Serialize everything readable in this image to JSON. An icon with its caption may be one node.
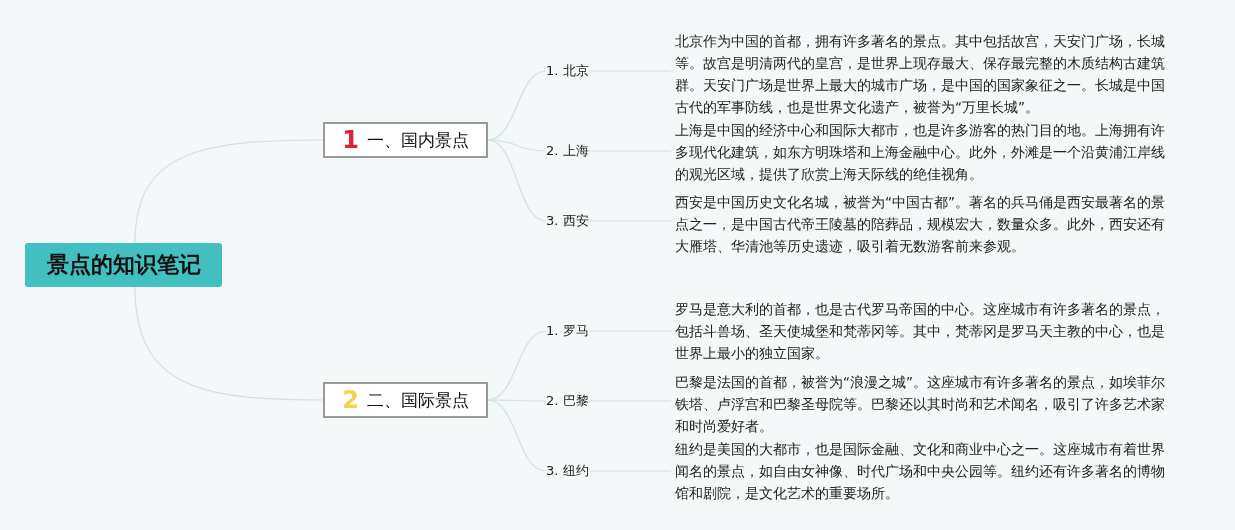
{
  "diagram": {
    "nodes": [
      {
        "text": [
          "景点的知识笔记"
        ]
      },
      {
        "text": [
          "1",
          "一、国内景点"
        ]
      },
      {
        "text": [
          "1. 北京"
        ]
      },
      {
        "text": [
          "北京作为中国的首都，拥有许多著名的景点。其中包括故宫，天安门广场，长城等。故宫是明清两代的皇宫，是世界上现存最大、保存最完整的木质结构古建筑群。天安门广场是世界上最大的城市广场，是中国的国家象征之一。长城是中国古代的军事防线，也是世界文化遗产，被誉为“万里长城”。"
        ]
      },
      {
        "text": [
          "2. 上海"
        ]
      },
      {
        "text": [
          "上海是中国的经济中心和国际大都市，也是许多游客的热门目的地。上海拥有许多现代化建筑，如东方明珠塔和上海金融中心。此外，外滩是一个沿黄浦江岸线的观光区域，提供了欣赏上海天际线的绝佳视角。"
        ]
      },
      {
        "text": [
          "3. 西安"
        ]
      },
      {
        "text": [
          "西安是中国历史文化名城，被誉为“中国古都”。著名的兵马俑是西安最著名的景点之一，是中国古代帝王陵墓的陪葬品，规模宏大，数量众多。此外，西安还有大雁塔、华清池等历史遗迹，吸引着无数游客前来参观。"
        ]
      },
      {
        "text": [
          "2",
          "二、国际景点"
        ]
      },
      {
        "text": [
          "1. 罗马"
        ]
      },
      {
        "text": [
          "罗马是意大利的首都，也是古代罗马帝国的中心。这座城市有许多著名的景点，包括斗兽场、圣天使城堡和梵蒂冈等。其中，梵蒂冈是罗马天主教的中心，也是世界上最小的独立国家。"
        ]
      },
      {
        "text": [
          "2. 巴黎"
        ]
      },
      {
        "text": [
          "巴黎是法国的首都，被誉为“浪漫之城”。这座城市有许多著名的景点，如埃菲尔铁塔、卢浮宫和巴黎圣母院等。巴黎还以其时尚和艺术闻名，吸引了许多艺术家和时尚爱好者。"
        ]
      },
      {
        "text": [
          "3. 纽约"
        ]
      },
      {
        "text": [
          "纽约是美国的大都市，也是国际金融、文化和商业中心之一。这座城市有着世界闻名的景点，如自由女神像、时代广场和中央公园等。纽约还有许多著名的博物馆和剧院，是文化艺术的重要场所。"
        ]
      }
    ],
    "edges": [
      {
        "from": 0,
        "to": 1,
        "arrow": "none"
      },
      {
        "from": 1,
        "to": 2,
        "arrow": "none"
      },
      {
        "from": 2,
        "to": 3,
        "arrow": "none"
      },
      {
        "from": 1,
        "to": 4,
        "arrow": "none"
      },
      {
        "from": 4,
        "to": 5,
        "arrow": "none"
      },
      {
        "from": 1,
        "to": 6,
        "arrow": "none"
      },
      {
        "from": 6,
        "to": 7,
        "arrow": "none"
      },
      {
        "from": 0,
        "to": 8,
        "arrow": "none"
      },
      {
        "from": 8,
        "to": 9,
        "arrow": "none"
      },
      {
        "from": 9,
        "to": 10,
        "arrow": "none"
      },
      {
        "from": 8,
        "to": 11,
        "arrow": "none"
      },
      {
        "from": 11,
        "to": 12,
        "arrow": "none"
      },
      {
        "from": 8,
        "to": 13,
        "arrow": "none"
      },
      {
        "from": 13,
        "to": 14,
        "arrow": "none"
      }
    ]
  }
}
